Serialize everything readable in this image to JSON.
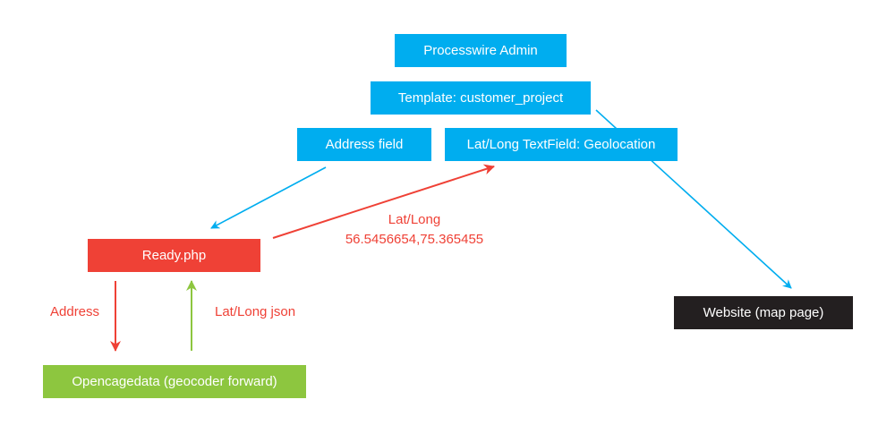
{
  "colors": {
    "blue": "#00adef",
    "red": "#ef4136",
    "green": "#8dc63f",
    "black": "#231f20",
    "text_red": "#ef4136"
  },
  "nodes": {
    "processwire_admin": "Processwire Admin",
    "template": "Template: customer_project",
    "address_field": "Address field",
    "latlong_field": "Lat/Long TextField: Geolocation",
    "ready_php": "Ready.php",
    "opencage": "Opencagedata (geocoder forward)",
    "website": "Website (map page)"
  },
  "edge_labels": {
    "latlong_title": "Lat/Long",
    "latlong_value": "56.5456654,75.365455",
    "address": "Address",
    "latlong_json": "Lat/Long json"
  }
}
